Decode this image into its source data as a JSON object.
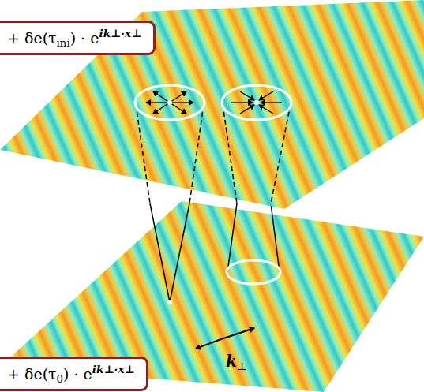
{
  "diagram": {
    "nodes": [
      {
        "text": [
          "+ δe(τini) · eik⊥·x⊥"
        ]
      },
      {
        "text": [
          "+ δe(τ0) · eik⊥·x⊥"
        ]
      }
    ],
    "labels": [
      "k⊥"
    ]
  }
}
